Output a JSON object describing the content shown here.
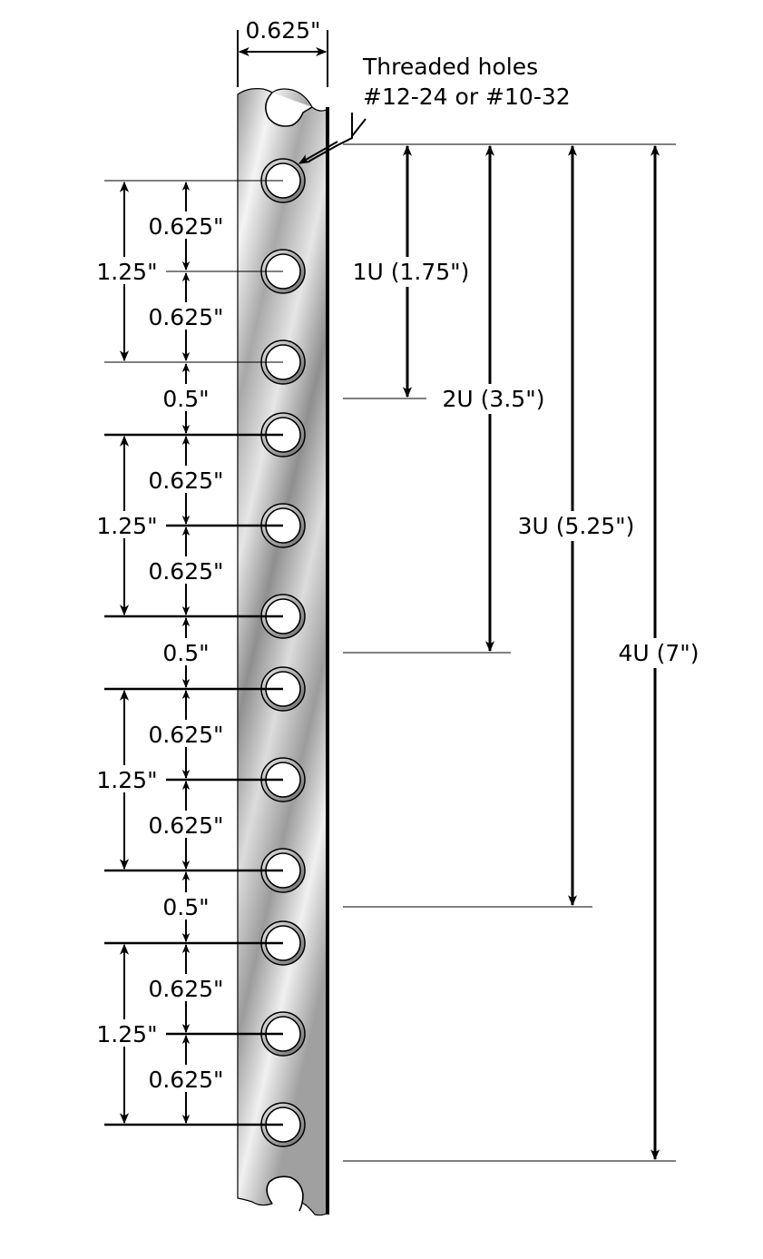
{
  "title": "",
  "rail": {
    "width_label": "0.625\"",
    "hole_count": 12,
    "gradient_colors": [
      "#9a9a9a",
      "#f4f4f4",
      "#a8a8a8",
      "#e6e6e6",
      "#8f8f8f",
      "#dcdcdc",
      "#9c9c9c",
      "#f0f0f0",
      "#a0a0a0"
    ],
    "edge_color": "#000000"
  },
  "callout": {
    "line1": "Threaded holes",
    "line2": "#12-24 or #10-32"
  },
  "unit_groups": [
    {
      "upper": "0.625\"",
      "span": "1.25\"",
      "lower": "0.625\""
    },
    {
      "upper": "0.625\"",
      "span": "1.25\"",
      "lower": "0.625\""
    },
    {
      "upper": "0.625\"",
      "span": "1.25\"",
      "lower": "0.625\""
    },
    {
      "upper": "0.625\"",
      "span": "1.25\"",
      "lower": "0.625\""
    }
  ],
  "gaps": [
    "0.5\"",
    "0.5\"",
    "0.5\""
  ],
  "u_heights": [
    {
      "label": "1U (1.75\")",
      "units": 1,
      "inches": 1.75
    },
    {
      "label": "2U (3.5\")",
      "units": 2,
      "inches": 3.5
    },
    {
      "label": "3U (5.25\")",
      "units": 3,
      "inches": 5.25
    },
    {
      "label": "4U (7\")",
      "units": 4,
      "inches": 7
    }
  ]
}
